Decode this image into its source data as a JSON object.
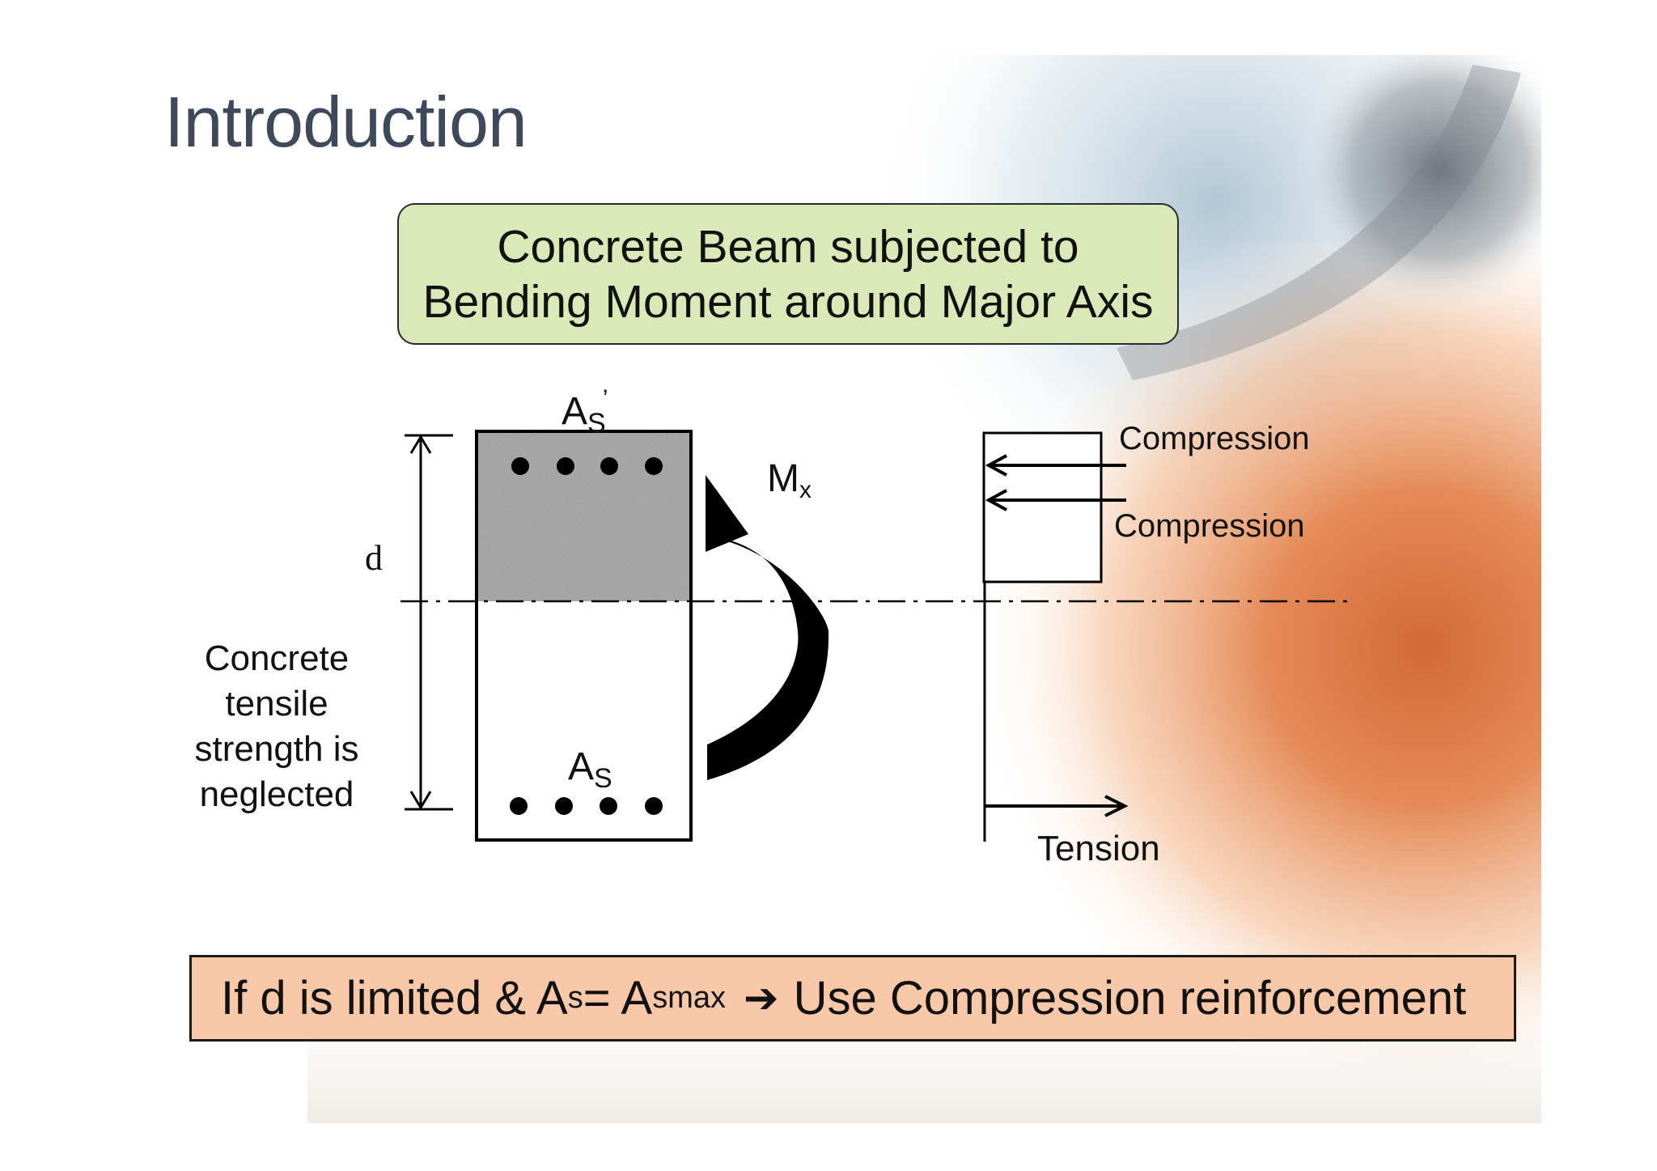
{
  "slide": {
    "title": "Introduction",
    "heading": {
      "line1": "Concrete Beam subjected to",
      "line2": "Bending Moment around Major Axis"
    },
    "side_note": {
      "line1": "Concrete",
      "line2": "tensile",
      "line3": "strength is",
      "line4": "neglected"
    },
    "diagram": {
      "depth_label": "d",
      "top_steel_label": "A",
      "top_steel_sub": "S",
      "top_steel_prime": "’",
      "bottom_steel_label": "A",
      "bottom_steel_sub": "S",
      "moment_label": "M",
      "moment_sub": "x",
      "compression_label_1": "Compression",
      "compression_label_2": "Compression",
      "tension_label": "Tension"
    },
    "note": {
      "part1": "If d is limited & A",
      "sub1": "s",
      "part2": " = A",
      "sub2": "smax",
      "arrow": "➔",
      "part3": "Use Compression reinforcement"
    }
  },
  "colors": {
    "title": "#3e4a5c",
    "heading_fill": "#dbe8b8",
    "note_fill": "#f9c8a8",
    "accent_orange": "#e0763a"
  }
}
